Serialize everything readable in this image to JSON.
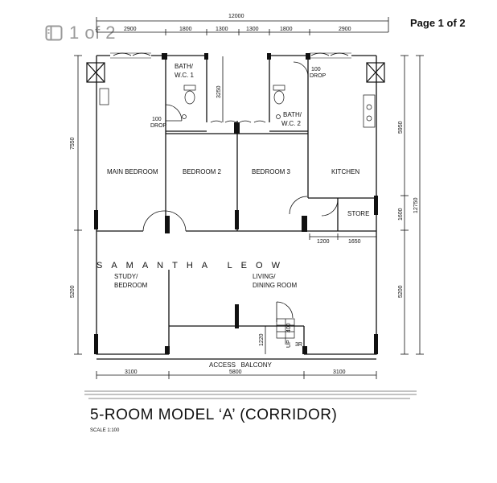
{
  "viewer": {
    "page_indicator": "1 of 2",
    "page_counter": "Page 1 of 2"
  },
  "plan": {
    "title": "5-ROOM MODEL ‘A’ (CORRIDOR)",
    "scale": "SCALE 1:100",
    "watermark": "SAMANTHA LEOW",
    "rooms": {
      "bath_1": [
        "BATH/",
        "W.C. 1"
      ],
      "bath_2": [
        "BATH/",
        "W.C. 2"
      ],
      "main_bedroom": "MAIN BEDROOM",
      "bedroom_2": "BEDROOM 2",
      "bedroom_3": "BEDROOM 3",
      "kitchen": "KITCHEN",
      "store": "STORE",
      "study": [
        "STUDY/",
        "BEDROOM"
      ],
      "living": [
        "LIVING/",
        "DINING ROOM"
      ],
      "balcony": "ACCESS   BALCONY"
    },
    "notes": {
      "drop_1": [
        "100",
        "DROP"
      ],
      "drop_2": [
        "100",
        "DROP"
      ],
      "up": "UP",
      "code_400": "400",
      "code_3r": "3R"
    },
    "dimensions": {
      "overall_top": "12000",
      "top_segments": [
        "2900",
        "1800",
        "1300",
        "1300",
        "1800",
        "2900"
      ],
      "left_upper": "7550",
      "left_lower": "5200",
      "bath_depth": "3250",
      "right_upper": "5950",
      "right_store": "1600",
      "right_lower": "5200",
      "right_overall": "12750",
      "store_w1": "1200",
      "store_w2": "1650",
      "balcony_depth": "1220",
      "bottom_segments": [
        "3100",
        "5800",
        "3100"
      ]
    }
  }
}
